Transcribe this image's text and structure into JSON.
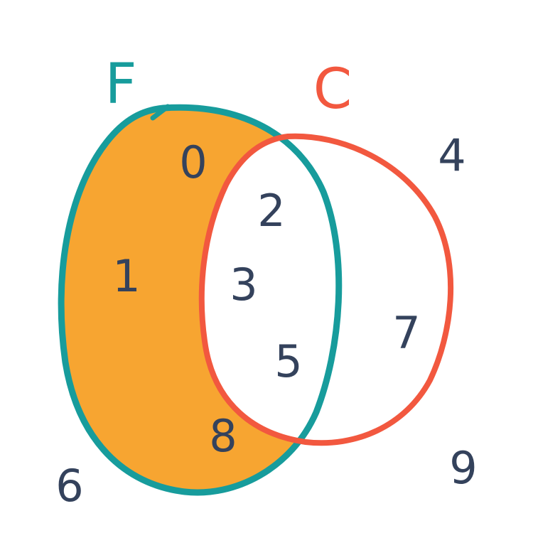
{
  "sets": {
    "F": {
      "label": "F",
      "color": "#179c9c"
    },
    "C": {
      "label": "C",
      "color": "#f2583f"
    }
  },
  "highlight": {
    "region": "F only",
    "fill": "#f7a531"
  },
  "number_color": "#34425c",
  "elements": {
    "F_only": [
      "0",
      "1",
      "8"
    ],
    "F_and_C": [
      "2",
      "3",
      "5"
    ],
    "C_only": [
      "7"
    ],
    "outside": [
      "4",
      "6",
      "9"
    ]
  }
}
